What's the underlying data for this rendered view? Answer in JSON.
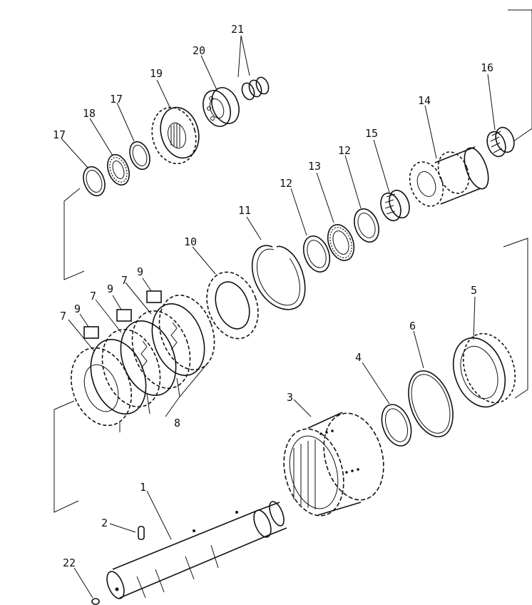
{
  "labels": [
    "1",
    "2",
    "3",
    "4",
    "5",
    "6",
    "7",
    "7",
    "7",
    "8",
    "9",
    "9",
    "9",
    "10",
    "11",
    "12",
    "12",
    "13",
    "14",
    "15",
    "16",
    "17",
    "17",
    "18",
    "19",
    "20",
    "21",
    "22"
  ]
}
